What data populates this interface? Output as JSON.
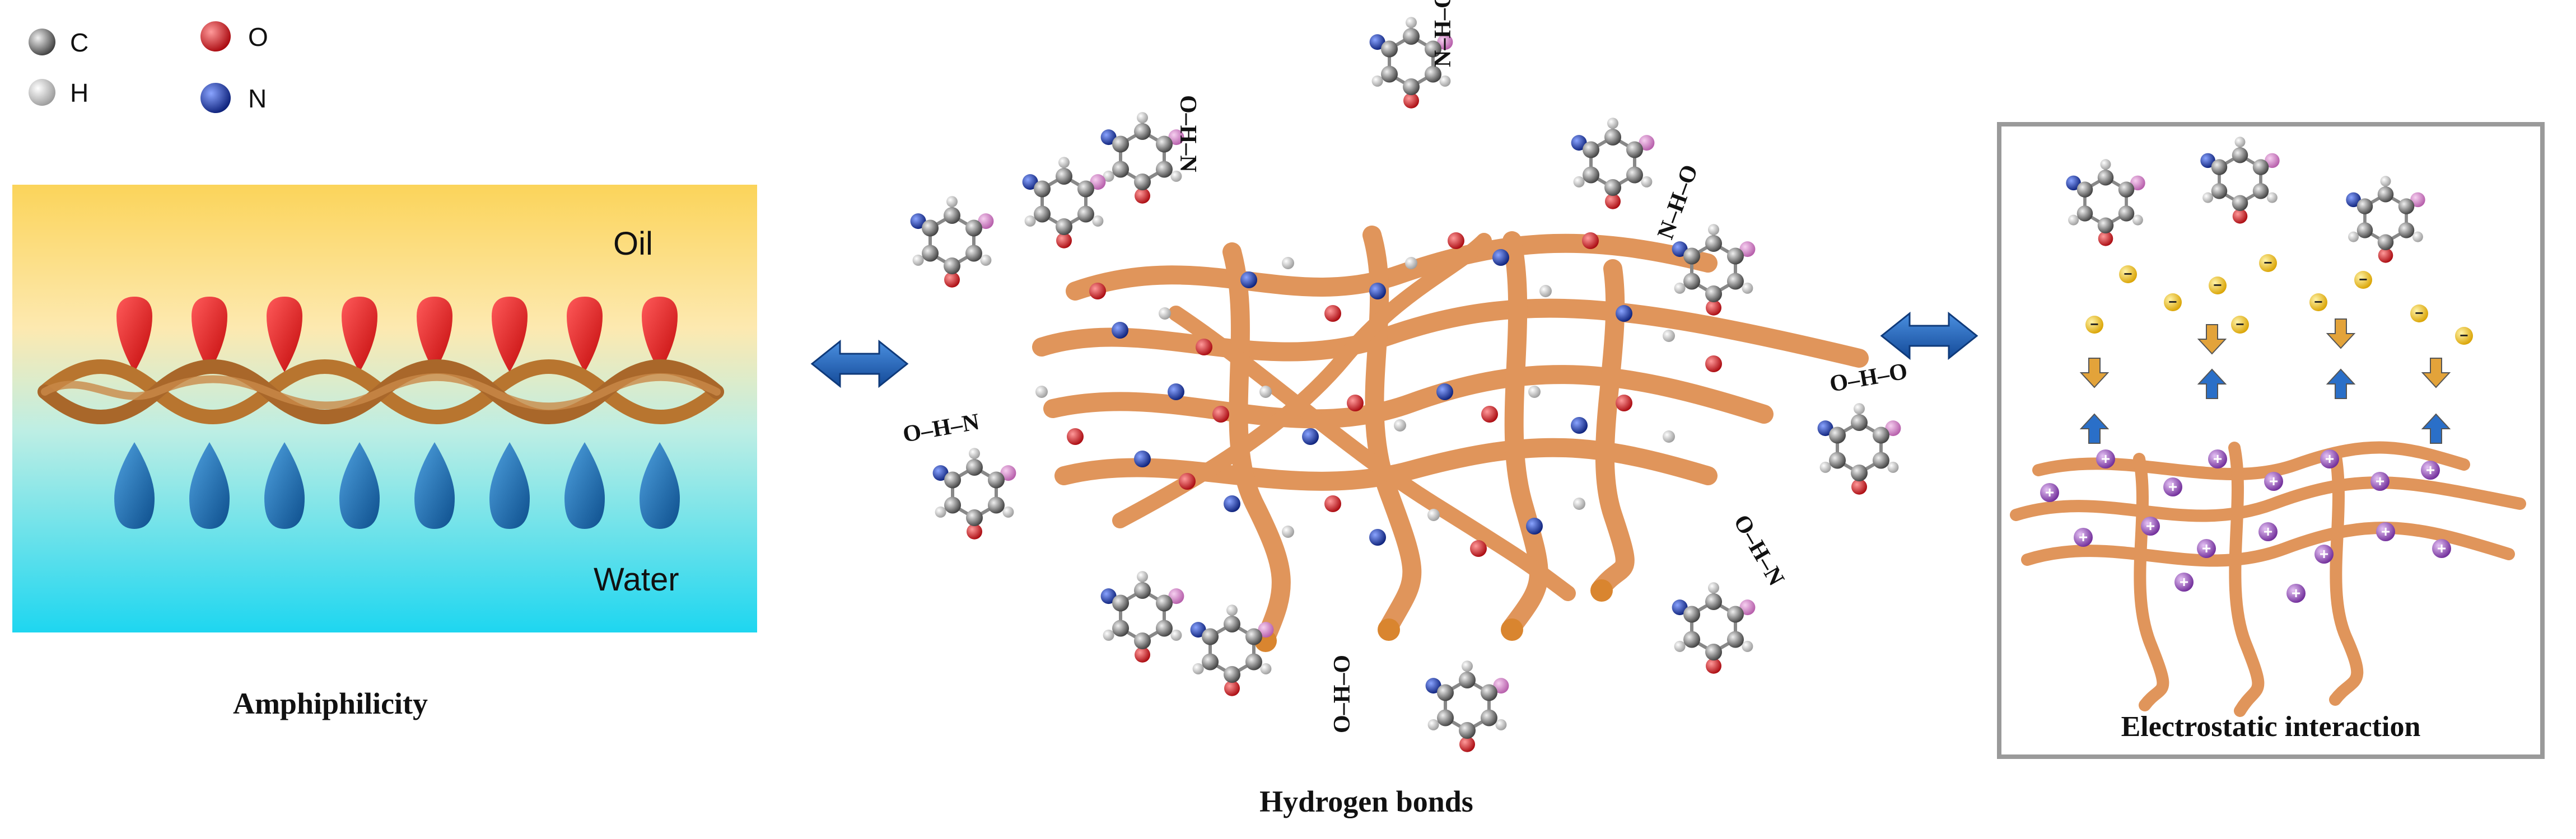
{
  "legend": {
    "items": [
      {
        "symbol": "C",
        "color": "#555555"
      },
      {
        "symbol": "H",
        "color": "#dddddd"
      },
      {
        "symbol": "O",
        "color": "#e0121b"
      },
      {
        "symbol": "N",
        "color": "#1a3aa8"
      }
    ]
  },
  "left_panel": {
    "oil_label": "Oil",
    "water_label": "Water",
    "caption": "Amphiphilicity",
    "colors": {
      "oil": "#fbd45a",
      "water": "#1ed6f0",
      "drop_red": "#ee1111",
      "drop_blue": "#1b6fb5",
      "fiber": "#b8752f"
    }
  },
  "center_panel": {
    "caption": "Hydrogen bonds",
    "bond_labels": [
      "O–H–N",
      "N–H–O",
      "N–H–O",
      "O–H–O",
      "O–H–N",
      "O–H–N",
      "O–H–O"
    ],
    "colors": {
      "fiber": "#e0955b",
      "arrow": "#1b5fae"
    }
  },
  "right_panel": {
    "caption": "Electrostatic interaction",
    "positive_symbol": "+",
    "negative_symbol": "−",
    "colors": {
      "frame": "#9a9a9a",
      "anion": "#f2c21a",
      "cation": "#9a3fb8",
      "arrow_up": "#2a6fc8",
      "arrow_down": "#e3a33a"
    }
  }
}
